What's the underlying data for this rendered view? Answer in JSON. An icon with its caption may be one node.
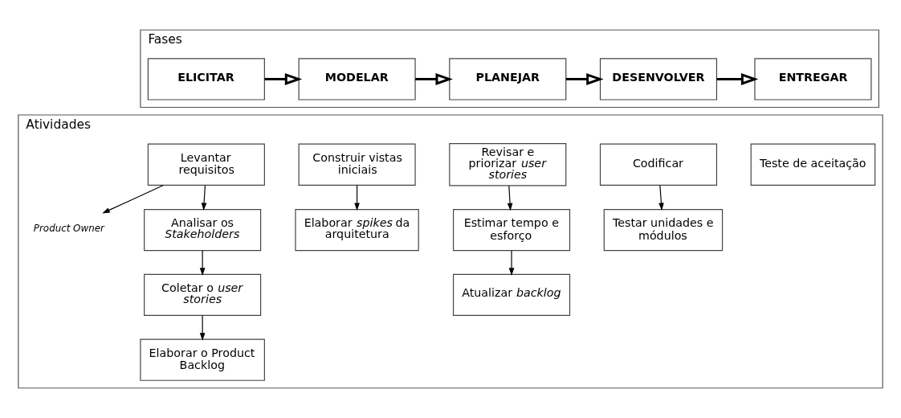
{
  "diagram": {
    "nodes": [
      {
        "text": [
          "Fases"
        ]
      },
      {
        "text": [
          "ELICITAR"
        ],
        "in": 0
      },
      {
        "text": [
          "MODELAR"
        ],
        "in": 0
      },
      {
        "text": [
          "PLANEJAR"
        ],
        "in": 0
      },
      {
        "text": [
          "DESENVOLVER"
        ],
        "in": 0
      },
      {
        "text": [
          "ENTREGAR"
        ],
        "in": 0
      },
      {
        "text": [
          "Atividades"
        ]
      },
      {
        "text": [
          "Levantar requisitos"
        ],
        "in": 6
      },
      {
        "text": [
          "Product Owner"
        ],
        "in": 6
      },
      {
        "text": [
          "Analisar os *Stakeholders*"
        ],
        "in": 6
      },
      {
        "text": [
          "Coletar o *user stories*"
        ],
        "in": 6
      },
      {
        "text": [
          "Elaborar o Product Backlog"
        ],
        "in": 6
      },
      {
        "text": [
          "Construir vistas iniciais"
        ],
        "in": 6
      },
      {
        "text": [
          "Elaborar *spikes* da arquitetura"
        ],
        "in": 6
      },
      {
        "text": [
          "Revisar e priorizar *user stories*"
        ],
        "in": 6
      },
      {
        "text": [
          "Estimar tempo e esforço"
        ],
        "in": 6
      },
      {
        "text": [
          "Atualizar *backlog*"
        ],
        "in": 6
      },
      {
        "text": [
          "Codificar"
        ],
        "in": 6
      },
      {
        "text": [
          "Testar unidades e módulos"
        ],
        "in": 6
      },
      {
        "text": [
          "Teste de aceitação"
        ],
        "in": 6
      }
    ],
    "edges": [
      {
        "from": 1,
        "to": 2,
        "arrow": "to",
        "style": "thick"
      },
      {
        "from": 2,
        "to": 3,
        "arrow": "to",
        "style": "thick"
      },
      {
        "from": 3,
        "to": 4,
        "arrow": "to",
        "style": "thick"
      },
      {
        "from": 4,
        "to": 5,
        "arrow": "to",
        "style": "thick"
      },
      {
        "from": 7,
        "to": 8,
        "arrow": "to"
      },
      {
        "from": 7,
        "to": 9,
        "arrow": "to"
      },
      {
        "from": 9,
        "to": 10,
        "arrow": "to"
      },
      {
        "from": 10,
        "to": 11,
        "arrow": "to"
      },
      {
        "from": 12,
        "to": 13,
        "arrow": "to"
      },
      {
        "from": 14,
        "to": 15,
        "arrow": "to"
      },
      {
        "from": 15,
        "to": 16,
        "arrow": "to"
      },
      {
        "from": 17,
        "to": 18,
        "arrow": "to"
      }
    ]
  }
}
